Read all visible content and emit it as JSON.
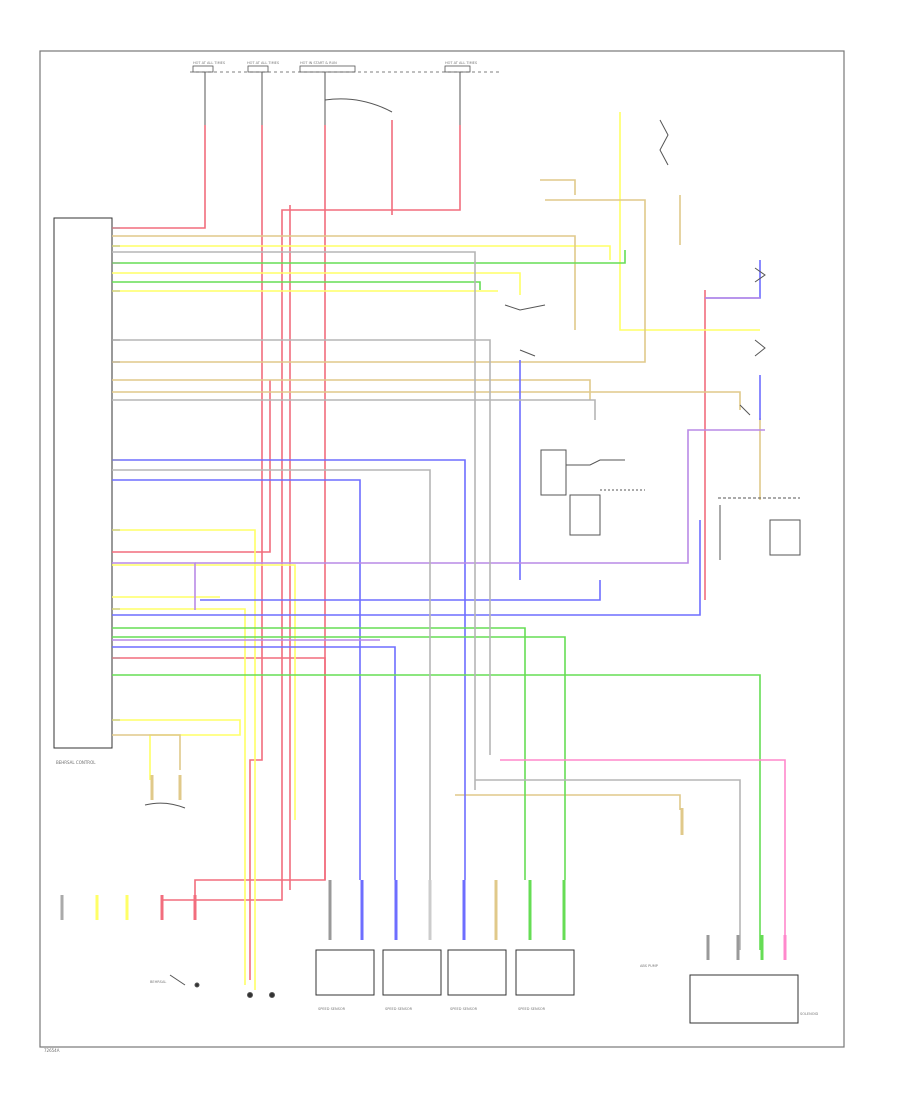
{
  "diagram": {
    "footer_code": "72654A",
    "ecu_label": "BEHRSAL CONTROL",
    "fuse_labels": [
      "HOT AT ALL TIMES",
      "HOT AT ALL TIMES",
      "HOT IN START & RUN",
      "HOT AT ALL TIMES"
    ],
    "injector_labels": [
      "SPEED SENSOR",
      "SPEED SENSOR",
      "SPEED SENSOR",
      "SPEED SENSOR"
    ],
    "bottom_labels": [
      "BEHRSAL",
      "ABS PUMP",
      "SOLENOID"
    ],
    "wire_colors": {
      "red": "#f26d7d",
      "yellow": "#ffff66",
      "tan": "#e0c98a",
      "blue": "#6e6eff",
      "green": "#66dd55",
      "violet": "#b98ae6",
      "gray": "#9a9a9a",
      "pink": "#ff88cc",
      "ltgray": "#cfcfcf"
    }
  }
}
